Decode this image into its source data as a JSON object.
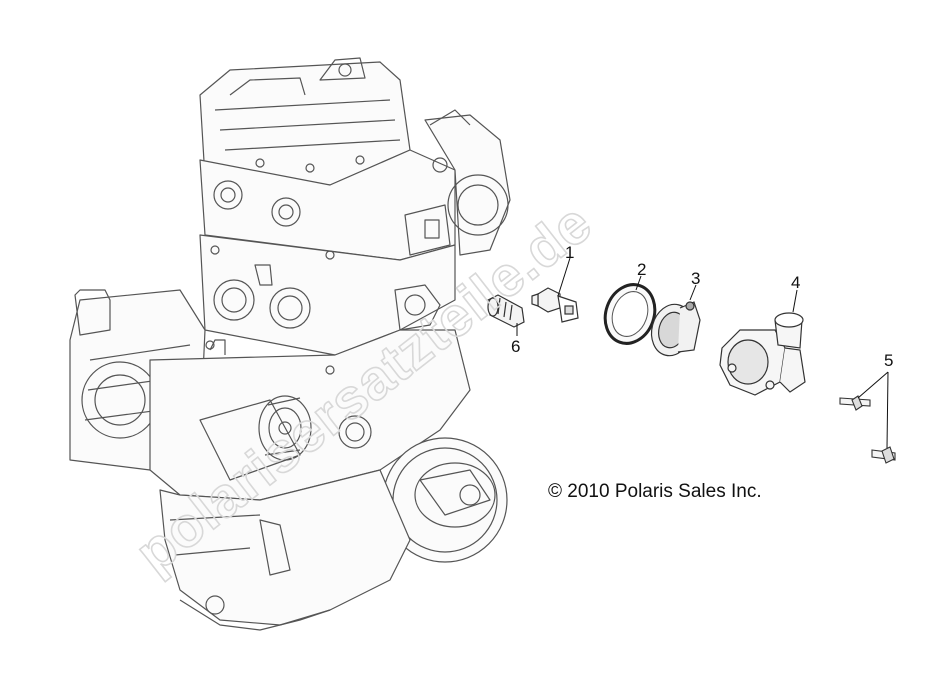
{
  "watermark_text": "polarisersatzteile.de",
  "copyright": "© 2010 Polaris Sales Inc.",
  "callouts": [
    {
      "label": "1",
      "part": "temperature-sensor"
    },
    {
      "label": "2",
      "part": "thermostat-seal-ring"
    },
    {
      "label": "3",
      "part": "thermostat"
    },
    {
      "label": "4",
      "part": "thermostat-housing"
    },
    {
      "label": "5",
      "part": "housing-bolts"
    },
    {
      "label": "6",
      "part": "fitting"
    }
  ],
  "colors": {
    "line": "#555555",
    "watermark": "#d8d8d8",
    "text": "#111111"
  }
}
